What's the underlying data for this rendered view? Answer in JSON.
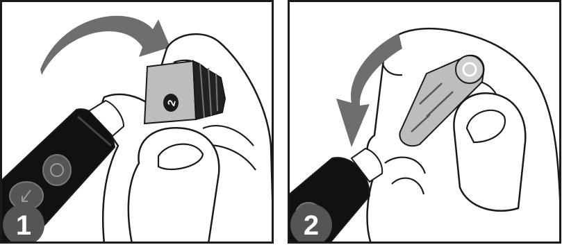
{
  "panels": [
    {
      "step_number": "1",
      "cap_label": "2"
    },
    {
      "step_number": "2"
    }
  ],
  "colors": {
    "frame": "#1a1a1a",
    "arrow": "#6e6e6e",
    "device_body": "#111111",
    "badge": "#555555",
    "cap_grey": "#bdbdbd",
    "skin": "#ffffff"
  }
}
